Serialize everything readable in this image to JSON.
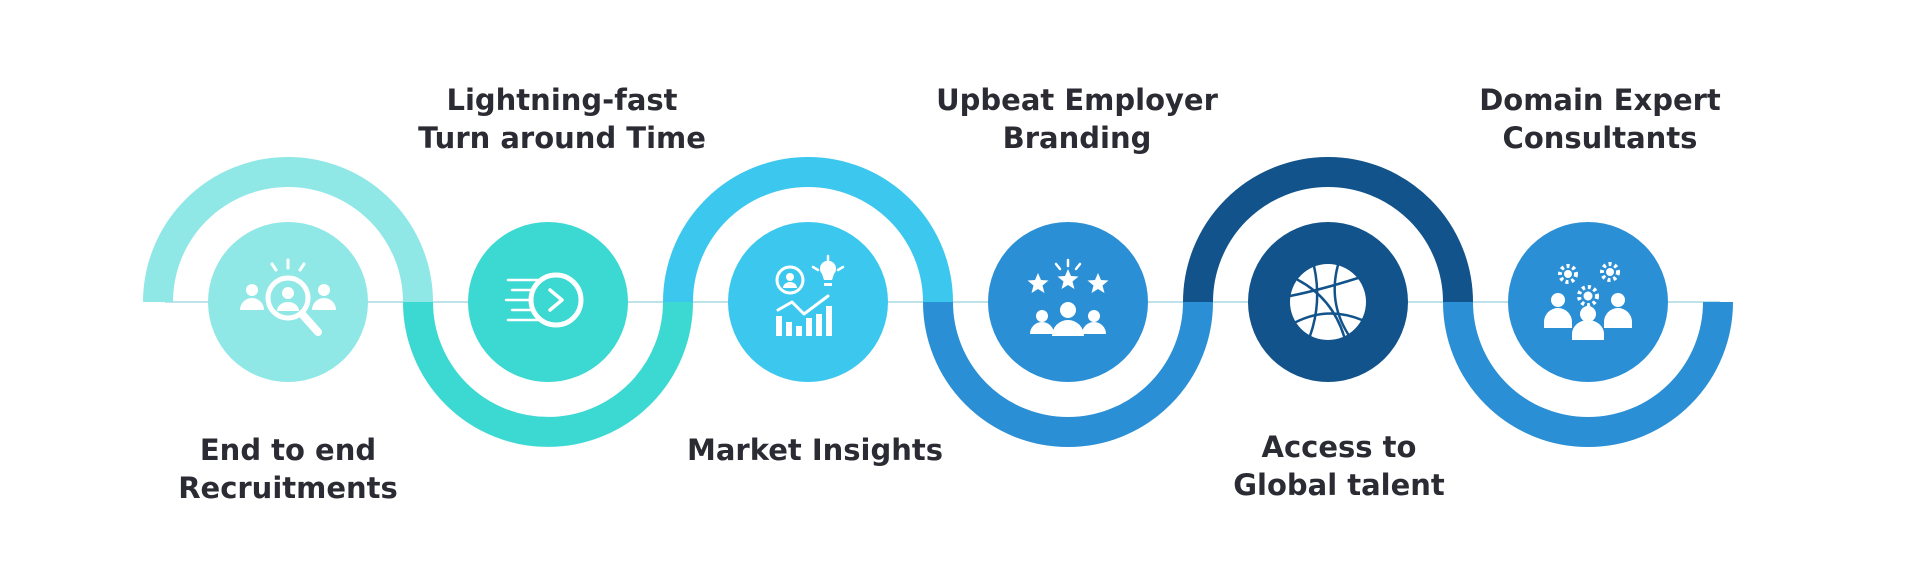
{
  "colors": {
    "step1": "#8FE8E6",
    "step2": "#3CD8D2",
    "step3": "#3CC8EE",
    "step4": "#2B8FD6",
    "step5": "#12538B",
    "step6": "#2B8FD6",
    "baseline": "#bfe3ea",
    "icon": "#ffffff"
  },
  "steps": [
    {
      "line1": "End to end",
      "line2": "Recruitments",
      "icon": "search-people-icon"
    },
    {
      "line1": "Lightning-fast",
      "line2": "Turn around Time",
      "icon": "fast-forward-clock-icon"
    },
    {
      "line1": "Market Insights",
      "line2": "",
      "icon": "analytics-insights-icon"
    },
    {
      "line1": "Upbeat Employer",
      "line2": "Branding",
      "icon": "star-rated-team-icon"
    },
    {
      "line1": "Access to",
      "line2": "Global talent",
      "icon": "globe-network-icon"
    },
    {
      "line1": "Domain Expert",
      "line2": "Consultants",
      "icon": "team-gears-icon"
    }
  ]
}
